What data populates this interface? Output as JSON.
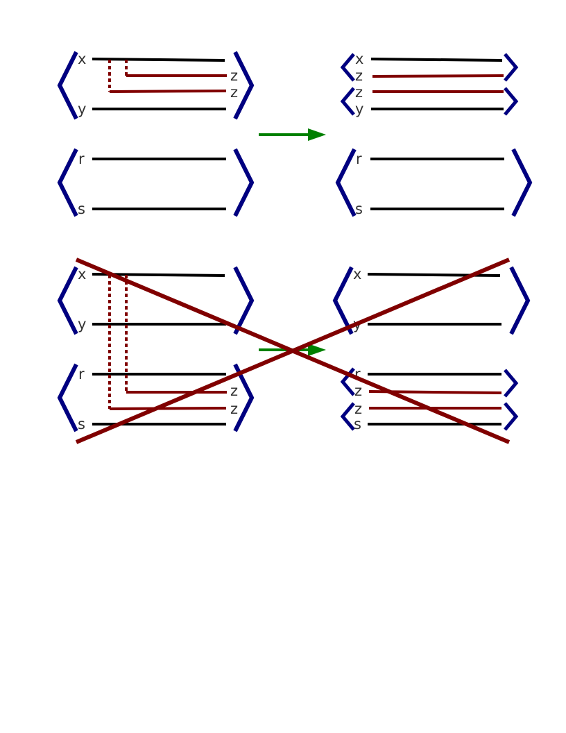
{
  "colors": {
    "bracket": "#000080",
    "line": "#000000",
    "inserted": "#800000",
    "arrow": "#008000",
    "cross": "#800000",
    "label": "#333333"
  },
  "labels": {
    "x": "x",
    "y": "y",
    "z": "z",
    "r": "r",
    "s": "s"
  }
}
